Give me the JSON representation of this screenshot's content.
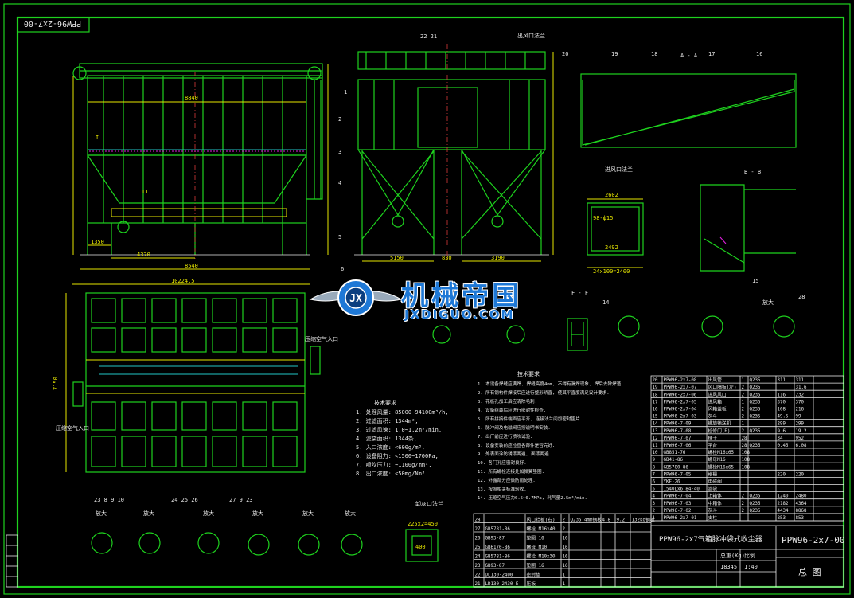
{
  "drawing": {
    "code_top": "PPW96-2x7-00",
    "code_titleblock": "PPW96-2x7-00",
    "title_name": "PPW96-2x7气箱脉冲袋式收尘器",
    "sheet_label": "总 图",
    "scale": "1:40",
    "weight": "18345",
    "weight_header": "总重(Kg)",
    "scale_header": "比例"
  },
  "views": {
    "top_dim_1": "8840",
    "top_dim_2": "4370",
    "top_dim_3": "1350",
    "top_dim_4": "8540",
    "side_dim_1": "5150",
    "side_dim_2": "830",
    "side_dim_3": "3190",
    "plan_dim": "10224.5",
    "plan_height": "7150",
    "section_label_aa": "A - A",
    "section_label_bb": "B - B",
    "section_label_ff": "F - F",
    "view_label_1": "I",
    "view_label_2": "II",
    "opening_label": "进风口法兰",
    "opening_dim_1": "2602",
    "opening_dim_2": "2492",
    "opening_dim_3": "24x100=2400",
    "opening_dim_4": "98-ф15",
    "outlet_label": "卸灰口法兰",
    "outlet_dim": "225x2=450",
    "outlet_dim_2": "400",
    "inlet_left": "压缩空气入口",
    "inlet_right": "压缩空气入口",
    "top_right_label": "出风口法兰"
  },
  "callouts": [
    "1",
    "2",
    "3",
    "4",
    "5",
    "6",
    "14",
    "15",
    "16",
    "17",
    "18",
    "19",
    "20",
    "22 21",
    "23 8 9 10",
    "24 25 26",
    "27 9 23",
    "28"
  ],
  "tech_req_1": {
    "title": "技术要求",
    "items": [
      "1. 处理风量: 85000~94100m³/h,",
      "2. 过滤面积: 1344m²,",
      "3. 过滤风速: 1.0~1.2m³/min,",
      "4. 滤袋面积: 1344条,",
      "5. 入口浓度: <600g/m³,",
      "6. 设备阻力: <1500~1700Pa,",
      "7. 喷吹压力: ~1100g/mm²,",
      "8. 出口浓度: <50mg/Nm³"
    ]
  },
  "tech_req_2": {
    "title": "技术要求",
    "items": [
      "1. 本设备焊缝应满焊, 焊缝高度4mm, 不得有漏焊现象, 焊后去除焊渣.",
      "2. 所有钢构件焊接后应进行整形矫直, 使其平直度满足设计要求.",
      "3. 花板孔加工后应清除毛刺.",
      "4. 设备组装后应进行密封性检查.",
      "5. 所有拼接件端面应平齐, 连接法兰间加密封垫片.",
      "6. 脉冲阀及电磁阀应按说明书安装.",
      "7. 出厂前应进行喷吹试验.",
      "8. 设备安装前应检查各部件是否完好.",
      "9. 外表面涂防锈漆两遍, 面漆两遍.",
      "10. 各门孔应密封良好.",
      "11. 所有螺栓连接处加弹簧垫圈.",
      "12. 外露部分应做防雨处理.",
      "13. 按照相关标准验收.",
      "14. 压缩空气压力0.5~0.7MPa, 耗气量2.5m³/min."
    ]
  },
  "bom_upper": [
    [
      "20",
      "PPW96-2x7-08",
      "出风管",
      "1",
      "Q235",
      "311",
      "311"
    ],
    [
      "19",
      "PPW96-2x7-07",
      "风口隔板(左)",
      "2",
      "Q235",
      "",
      "31.6"
    ],
    [
      "18",
      "PPW96-2x7-06",
      "进风风口",
      "2",
      "Q235",
      "116",
      "232"
    ],
    [
      "17",
      "PPW96-2x7-05",
      "进风箱",
      "1",
      "Q235",
      "370",
      "370"
    ],
    [
      "16",
      "PPW96-2x7-04",
      "风箱盖板",
      "2",
      "Q235",
      "108",
      "216"
    ],
    [
      "15",
      "PPW96-2x7-03",
      "灰斗",
      "2",
      "Q235",
      "49.5",
      "99"
    ],
    [
      "14",
      "PPW96-7-09",
      "螺旋输送机",
      "1",
      "",
      "299",
      "299"
    ],
    [
      "13",
      "PPW96-7-08",
      "检修门(Б)",
      "2",
      "Q235",
      "9.6",
      "19.2"
    ],
    [
      "12",
      "PPW96-7-07",
      "梯子",
      "28",
      "",
      "34",
      "952"
    ],
    [
      "11",
      "PPW96-7-06",
      "平台",
      "28",
      "Q235",
      "0.45",
      "6.08"
    ],
    [
      "10",
      "GB851-76",
      "螺栓M16x65",
      "108",
      "",
      "",
      ""
    ],
    [
      "9",
      "GB41-86",
      "螺母M16",
      "108",
      "",
      "",
      ""
    ],
    [
      "8",
      "GB5780-86",
      "螺栓M16x65",
      "108",
      "",
      "",
      ""
    ],
    [
      "7",
      "PPW96-7-05",
      "格栅",
      "",
      "",
      "220",
      "220"
    ],
    [
      "6",
      "YKF-26",
      "电磁阀",
      "",
      "",
      "",
      ""
    ],
    [
      "5",
      "1540Lx6.84-40",
      "滤袋",
      "",
      "",
      "",
      ""
    ],
    [
      "4",
      "PPW96-7-04",
      "上箱体",
      "2",
      "Q235",
      "1240",
      "2480"
    ],
    [
      "3",
      "PPW96-7-03",
      "中箱体",
      "2",
      "Q235",
      "2182",
      "4364"
    ],
    [
      "2",
      "PPW96-7-02",
      "灰斗",
      "2",
      "Q235",
      "4434",
      "8868"
    ],
    [
      "1",
      "PPW96-2x7-01",
      "支柱",
      "",
      "",
      "853",
      "853"
    ]
  ],
  "bom_lower": [
    [
      "28",
      "",
      "风口挡板(右)",
      "2",
      "Q235 4mm钢板",
      "4.8",
      "9.2",
      "132kg钢板"
    ],
    [
      "27",
      "GB5781-86",
      "螺栓 M16x40",
      "2",
      "",
      "",
      "",
      ""
    ],
    [
      "26",
      "GB93-87",
      "垫圈 16",
      "16",
      "",
      "",
      "",
      ""
    ],
    [
      "25",
      "GB6170-86",
      "螺母 M10",
      "16",
      "",
      "",
      "",
      ""
    ],
    [
      "24",
      "GB5781-86",
      "螺栓 M10x30",
      "16",
      "",
      "",
      "",
      ""
    ],
    [
      "23",
      "GB93-87",
      "垫圈 16",
      "16",
      "",
      "",
      "",
      ""
    ],
    [
      "22",
      "DL130-2400",
      "密封垫",
      "1",
      "",
      "",
      "",
      ""
    ],
    [
      "21",
      "LD130-2430-E",
      "压板",
      "1",
      "",
      "",
      "",
      ""
    ]
  ],
  "labels": {
    "detail_zoom_1": "放大",
    "detail_zoom_2": "放大",
    "detail_zoom_3": "放大",
    "detail_zoom_4": "放大",
    "detail_zoom_5": "放大",
    "detail_zoom_6": "放大",
    "detail_zoom_7": "放大"
  },
  "watermark": {
    "cn": "机械帝国",
    "en": "JXDIGUO.COM"
  },
  "colors": {
    "background": "#000000",
    "frame": "#1ed21e",
    "dims": "#e6e600",
    "text": "#e8e8e8",
    "watermark": "#1e78d6"
  }
}
